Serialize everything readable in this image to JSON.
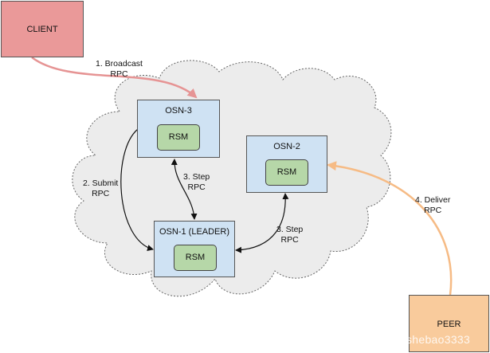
{
  "nodes": {
    "client": "CLIENT",
    "peer": "PEER",
    "osn3": {
      "title": "OSN-3",
      "rsm": "RSM"
    },
    "osn2": {
      "title": "OSN-2",
      "rsm": "RSM"
    },
    "osn1": {
      "title": "OSN-1 (LEADER)",
      "rsm": "RSM"
    }
  },
  "edges": {
    "broadcast": {
      "line1": "1. Broadcast",
      "line2": "RPC"
    },
    "submit": {
      "line1": "2. Submit",
      "line2": "RPC"
    },
    "step_osn3": {
      "line1": "3. Step",
      "line2": "RPC"
    },
    "step_osn2": {
      "line1": "3. Step",
      "line2": "RPC"
    },
    "deliver": {
      "line1": "4. Deliver",
      "line2": "RPC"
    }
  },
  "watermark": "shebao3333",
  "colors": {
    "client_fill": "#ea9999",
    "peer_fill": "#f9cb9c",
    "osn_fill": "#cfe2f3",
    "rsm_fill": "#b6d7a8",
    "cloud_fill": "#ececec",
    "broadcast_arrow": "#e69494",
    "deliver_arrow": "#f6bb85"
  }
}
